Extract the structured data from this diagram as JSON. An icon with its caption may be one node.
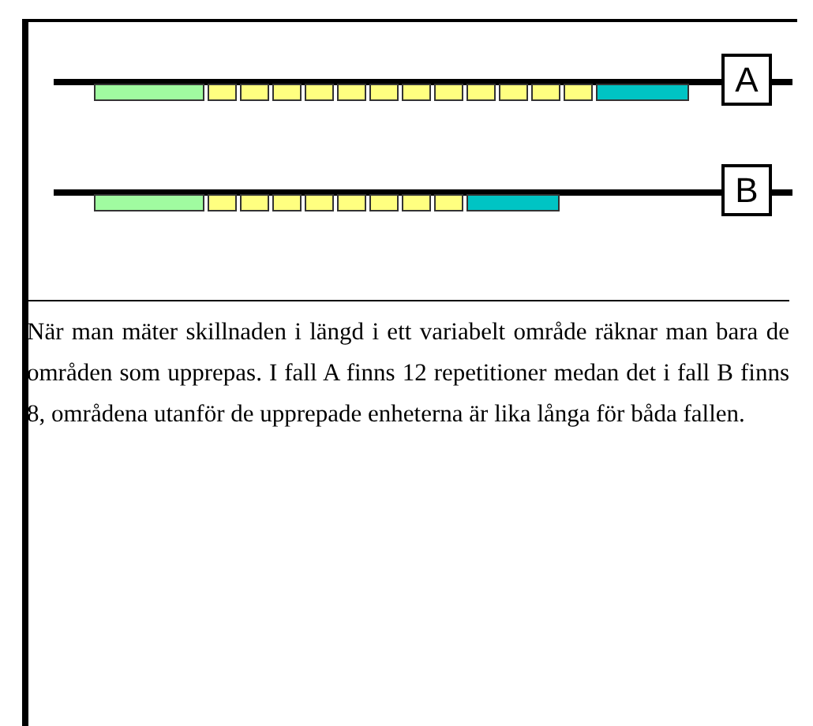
{
  "diagram": {
    "nodes": [
      {
        "text": [
          "A"
        ]
      },
      {
        "text": [
          "B"
        ]
      }
    ],
    "caption": "När man mäter skillnaden i längd i ett variabelt område räknar man bara de områden som upprepas. I fall A finns 12 repetitioner medan det i fall B finns 8, områdena utanför de upprepade enheterna är lika långa för båda fallen."
  }
}
